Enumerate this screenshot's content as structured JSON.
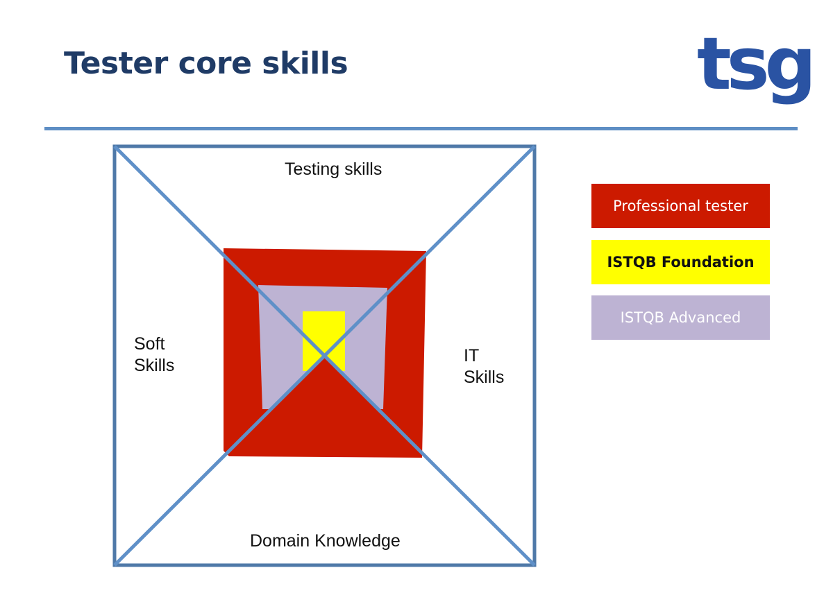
{
  "slide": {
    "title": "Tester core skills"
  },
  "logo": {
    "text": "tsg"
  },
  "diagram": {
    "top_label": "Testing skills",
    "left_label_line1": "Soft",
    "left_label_line2": "Skills",
    "right_label_line1": "IT",
    "right_label_line2": "Skills",
    "bottom_label": "Domain Knowledge"
  },
  "legend": [
    {
      "label": "Professional tester",
      "color": "#cc1a00"
    },
    {
      "label": "ISTQB Foundation",
      "color": "#ffff00"
    },
    {
      "label": "ISTQB Advanced",
      "color": "#bdb3d3"
    }
  ],
  "colors": {
    "title": "#1f3b66",
    "logo": "#2a53a3",
    "rule": "#5e8ec4",
    "frame": "#4f79a8",
    "diagonal": "#5f90c8"
  }
}
